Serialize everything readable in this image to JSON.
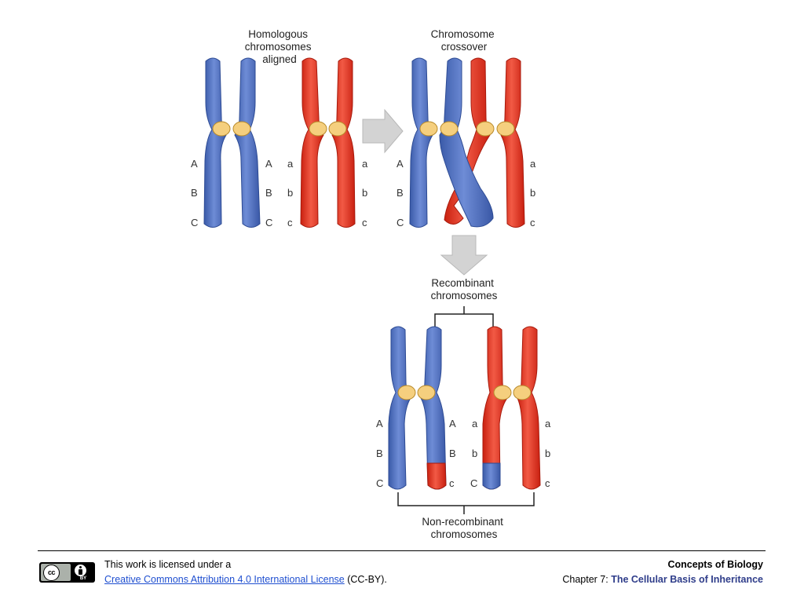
{
  "diagram": {
    "titles": {
      "aligned": [
        "Homologous",
        "chromosomes",
        "aligned"
      ],
      "crossover": [
        "Chromosome",
        "crossover"
      ],
      "recombinant": [
        "Recombinant",
        "chromosomes"
      ],
      "nonrecombinant": [
        "Non-recombinant",
        "chromosomes"
      ]
    },
    "gene_labels": {
      "upper": [
        "A",
        "B",
        "C"
      ],
      "lower": [
        "a",
        "b",
        "c"
      ]
    },
    "colors": {
      "blue": "#4f70bf",
      "red": "#e8301e",
      "centromere": "#f5cf7e",
      "arrow": "#d3d3d3"
    }
  },
  "footer": {
    "license_icon": "cc-by-license-icon",
    "license_badge": {
      "cc": "cc",
      "by": "BY"
    },
    "license_text": "This work is licensed under a",
    "license_link": "Creative Commons Attribution 4.0 International License",
    "license_suffix": " (CC-BY).",
    "book_title": "Concepts of Biology",
    "chapter_prefix": "Chapter 7: ",
    "chapter_title": "The Cellular Basis of Inheritance"
  }
}
